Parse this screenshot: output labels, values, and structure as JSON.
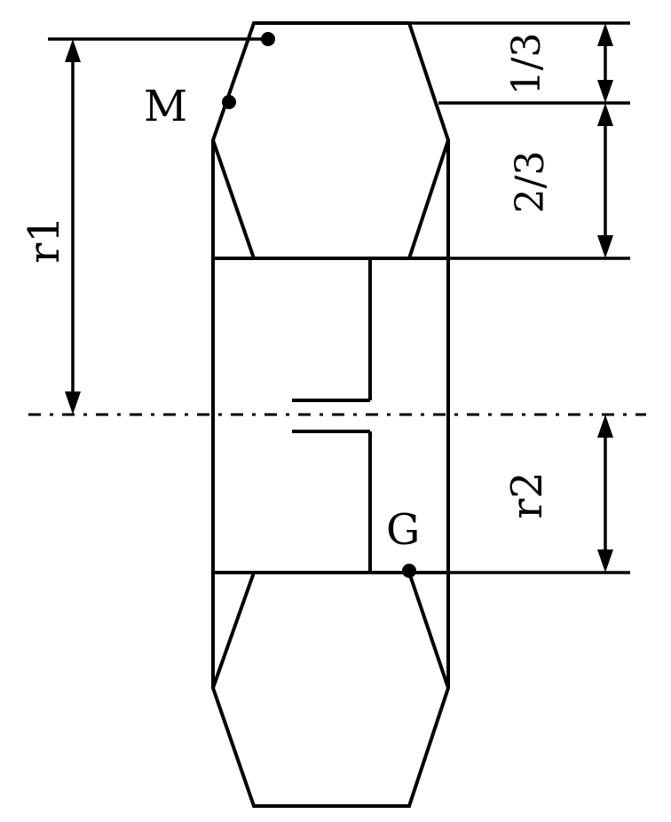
{
  "labels": {
    "point_m": "M",
    "point_g": "G",
    "radius_1": "r1",
    "radius_2": "r2",
    "fraction_top": "1/3",
    "fraction_bottom": "2/3"
  }
}
